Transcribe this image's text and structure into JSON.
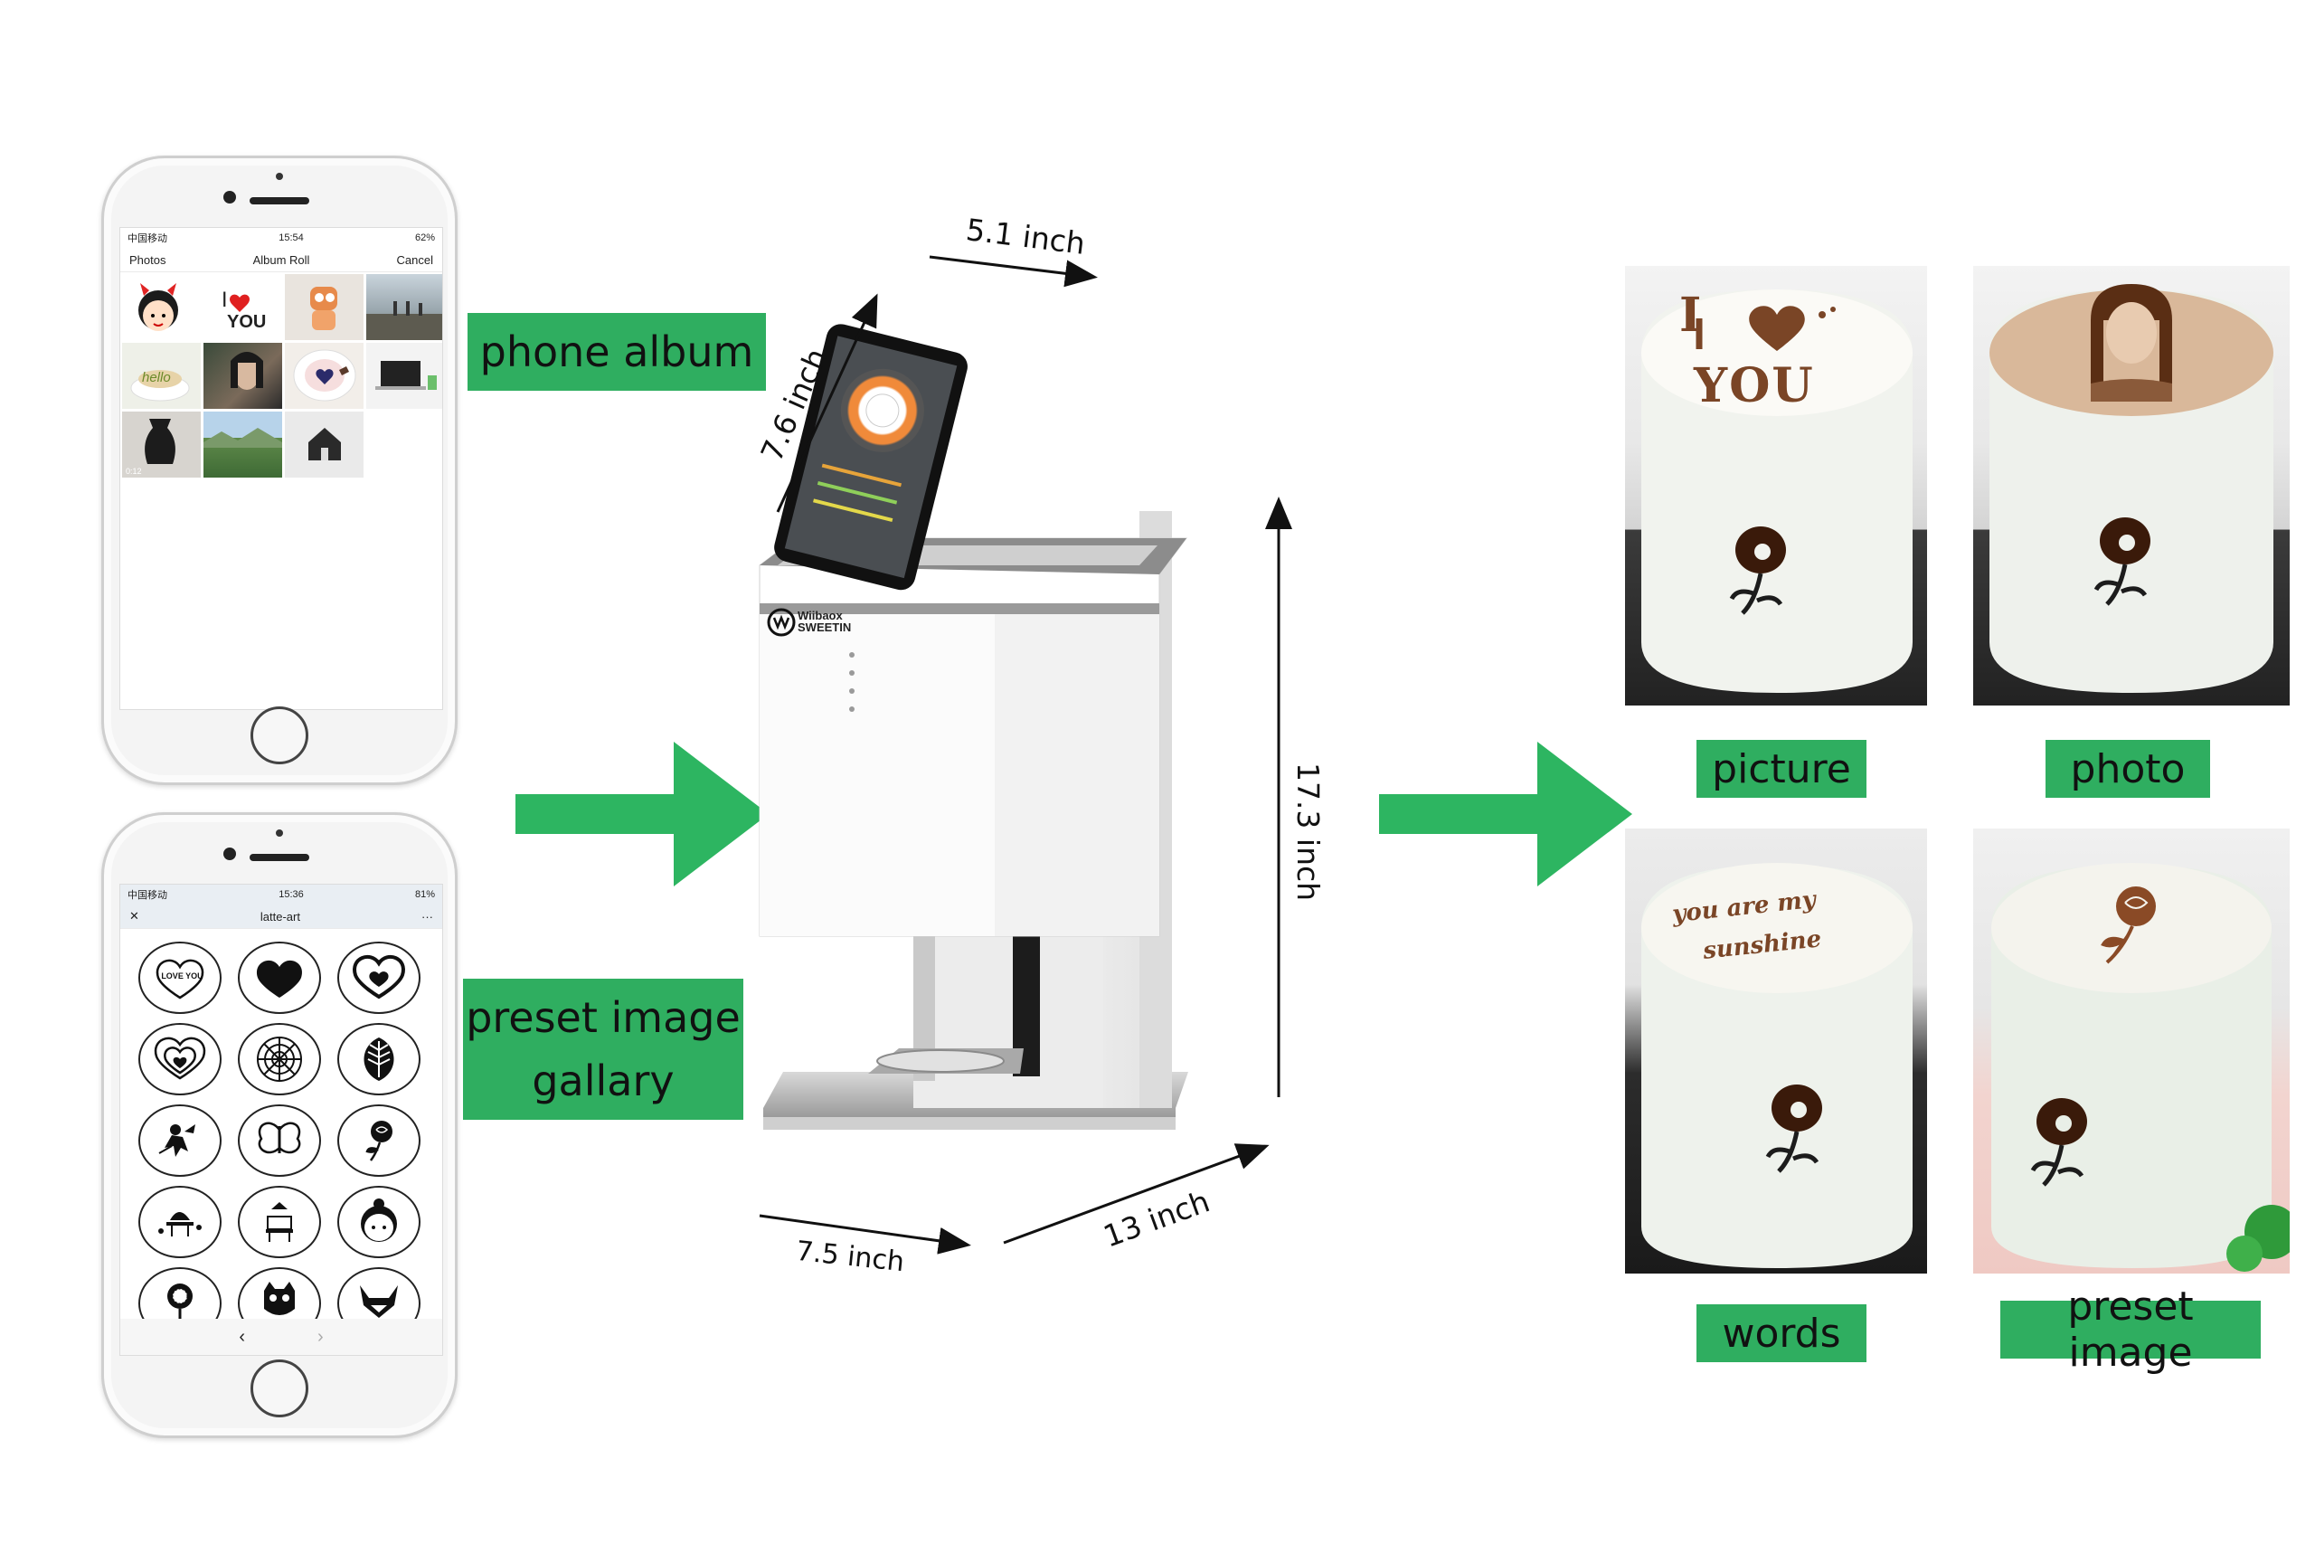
{
  "phones": {
    "album": {
      "status_left": "中国移动",
      "status_time": "15:54",
      "status_battery": "62%",
      "nav_left": "Photos",
      "nav_title": "Album Roll",
      "nav_right": "Cancel",
      "thumb_text_you": "YOU",
      "thumb_text_hello": "hello",
      "video_duration": "0:12"
    },
    "gallery": {
      "status_left": "中国移动",
      "status_time": "15:36",
      "status_battery": "81%",
      "nav_close": "✕",
      "nav_title": "latte-art",
      "nav_more": "···",
      "icon_text": "I LOVE YOU",
      "nav_back": "‹",
      "nav_forward": "›"
    }
  },
  "labels": {
    "phone_album": "phone album",
    "preset_gallery_line1": "preset image",
    "preset_gallery_line2": "gallary",
    "picture": "picture",
    "photo": "photo",
    "words": "words",
    "preset_image": "preset image"
  },
  "dimensions": {
    "top_width": "5.1 inch",
    "screen_height": "7.6 inch",
    "total_height": "17.3 inch",
    "base_width": "7.5 inch",
    "depth": "13 inch"
  },
  "machine": {
    "brand_line1": "Wiibaox",
    "brand_line2": "SWEETIN"
  },
  "latte": {
    "picture_top": "I",
    "picture_bottom": "YOU",
    "words_line1": "you are my",
    "words_line2": "sunshine"
  },
  "colors": {
    "label_green": "#2fae60",
    "arrow_green": "#2db561",
    "coffee_brown": "#7a4526"
  }
}
